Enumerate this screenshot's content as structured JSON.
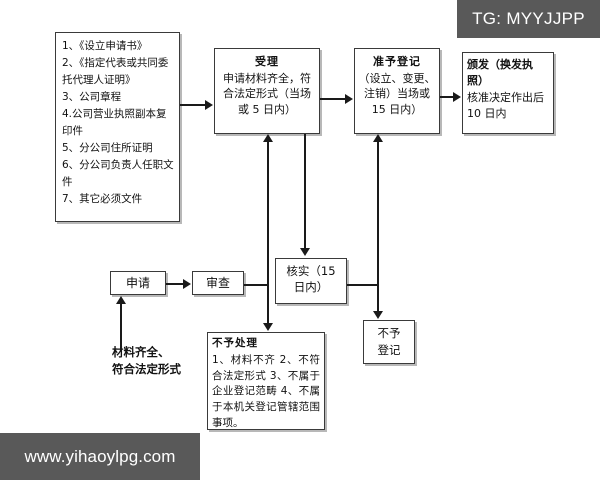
{
  "overlays": {
    "tg_badge": "TG: MYYJJPP",
    "watermark": "www.yihaoylpg.com"
  },
  "colors": {
    "box_border": "#3a3a3a",
    "box_shadow": "#b8b8b8",
    "line": "#1a1a1a",
    "overlay_bg": "#595959",
    "overlay_text": "#ffffff",
    "page_bg": "#ffffff"
  },
  "nodes": {
    "doc_list": {
      "name": "document-requirements-list",
      "items": [
        "1、《设立申请书》",
        "2、《指定代表或共同委托代理人证明》",
        "3、公司章程",
        "4.公司营业执照副本复印件",
        "5、分公司住所证明",
        "6、分公司负责人任职文件",
        "7、其它必须文件"
      ]
    },
    "shouli": {
      "title": "受理",
      "body": "申请材料齐全，符合法定形式（当场或 5 日内）"
    },
    "zhunyu_dengji": {
      "title": "准予登记",
      "body": "（设立、变更、注销）当场或 15 日内）"
    },
    "banfa": {
      "title": "颁发（换发执照）",
      "body": "核准决定作出后 10 日内"
    },
    "heshi": {
      "title": "核实（15",
      "body": "日内）"
    },
    "buyu_chuli": {
      "title": "不予处理",
      "body": "1、材料不齐 2、不符合法定形式 3、不属于企业登记范畴 4、不属于本机关登记管辖范围事项。"
    },
    "buyu_dengji": {
      "line1": "不予",
      "line2": "登记"
    },
    "shenqing": {
      "label": "申请"
    },
    "shencha": {
      "label": "审查"
    }
  },
  "caption": {
    "line1": "材料齐全、",
    "line2": "符合法定形式"
  }
}
